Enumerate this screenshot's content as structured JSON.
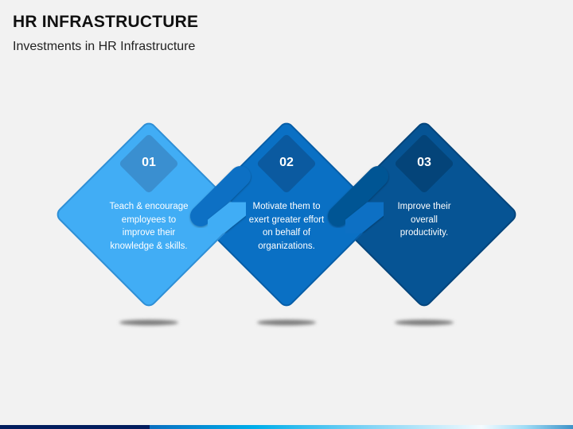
{
  "header": {
    "title": "HR INFRASTRUCTURE",
    "subtitle": "Investments in HR Infrastructure"
  },
  "steps": [
    {
      "number": "01",
      "text": "Teach & encourage employees to improve their knowledge & skills.",
      "color": "#41adf5",
      "badge_color": "#3a8fd0"
    },
    {
      "number": "02",
      "text": "Motivate them to exert greater effort on behalf of organizations.",
      "color": "#0a70c4",
      "badge_color": "#0b5aa0"
    },
    {
      "number": "03",
      "text": "Improve their overall productivity.",
      "color": "#065494",
      "badge_color": "#044479"
    }
  ],
  "footer": {
    "bar_colors": [
      "#021d5e",
      "#0a6fc0",
      "#00aeea",
      "#f4fbff"
    ]
  }
}
